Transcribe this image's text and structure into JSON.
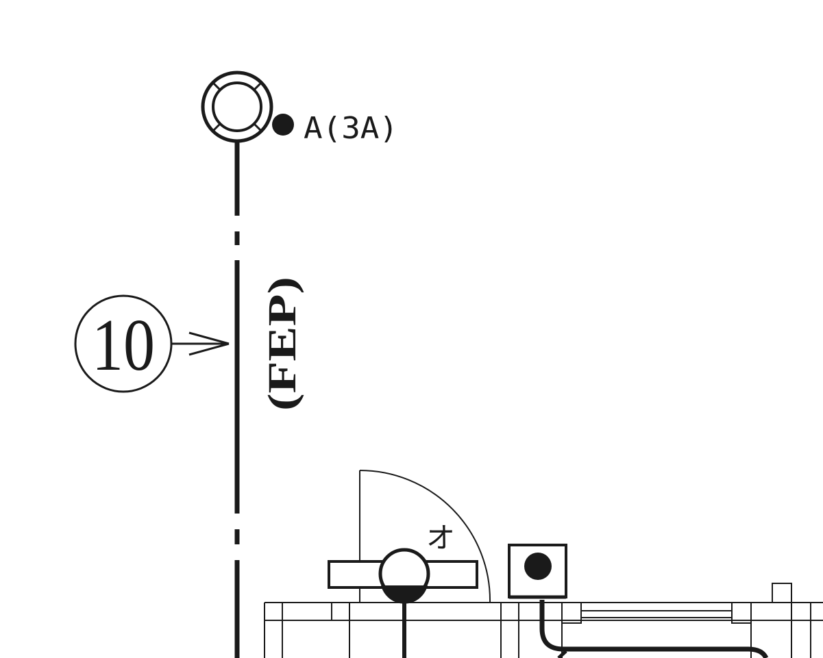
{
  "labels": {
    "fixture_label": "A(3A)",
    "callout_number": "10",
    "cable_type": "(FEP)",
    "door_label": "オ"
  },
  "colors": {
    "line": "#1a1a1a",
    "background": "#ffffff"
  },
  "icons": {
    "fixture": "ceiling-light-icon",
    "callout": "circled-number-icon",
    "switch": "wall-switch-icon",
    "outlet": "outlet-box-icon"
  }
}
